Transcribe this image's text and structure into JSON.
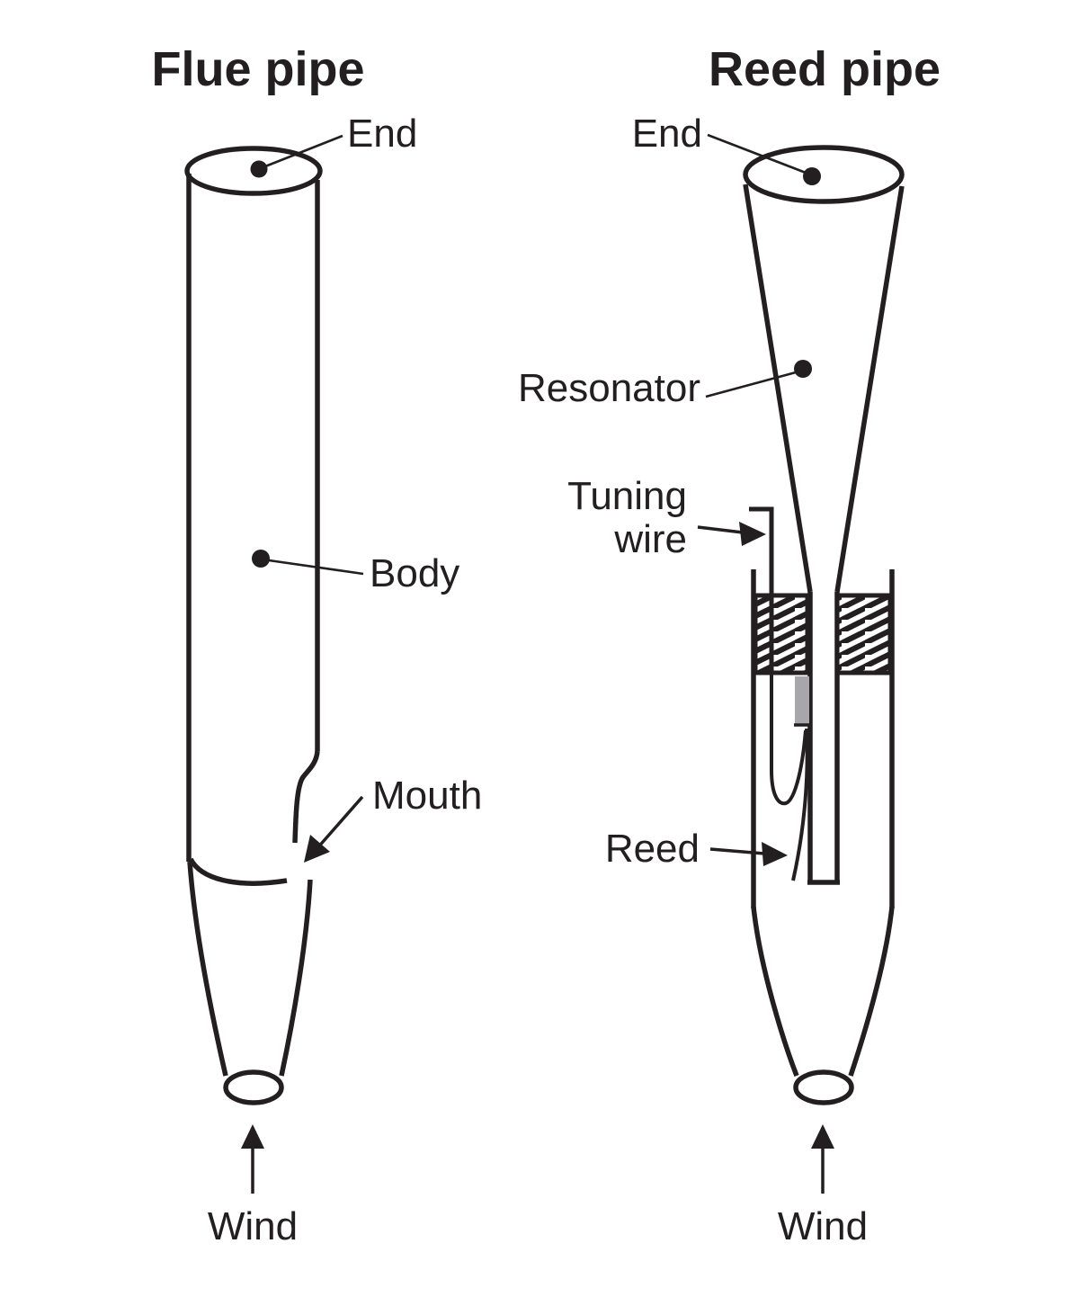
{
  "diagram": {
    "colors": {
      "ink": "#231f20",
      "wedge": "#a7a7ab",
      "bg": "#ffffff"
    }
  },
  "flue": {
    "title": "Flue pipe",
    "labels": {
      "end": "End",
      "body": "Body",
      "mouth": "Mouth",
      "wind": "Wind"
    }
  },
  "reed": {
    "title": "Reed pipe",
    "labels": {
      "end": "End",
      "resonator": "Resonator",
      "tuning_wire_line1": "Tuning",
      "tuning_wire_line2": "wire",
      "reed": "Reed",
      "wind": "Wind"
    }
  }
}
